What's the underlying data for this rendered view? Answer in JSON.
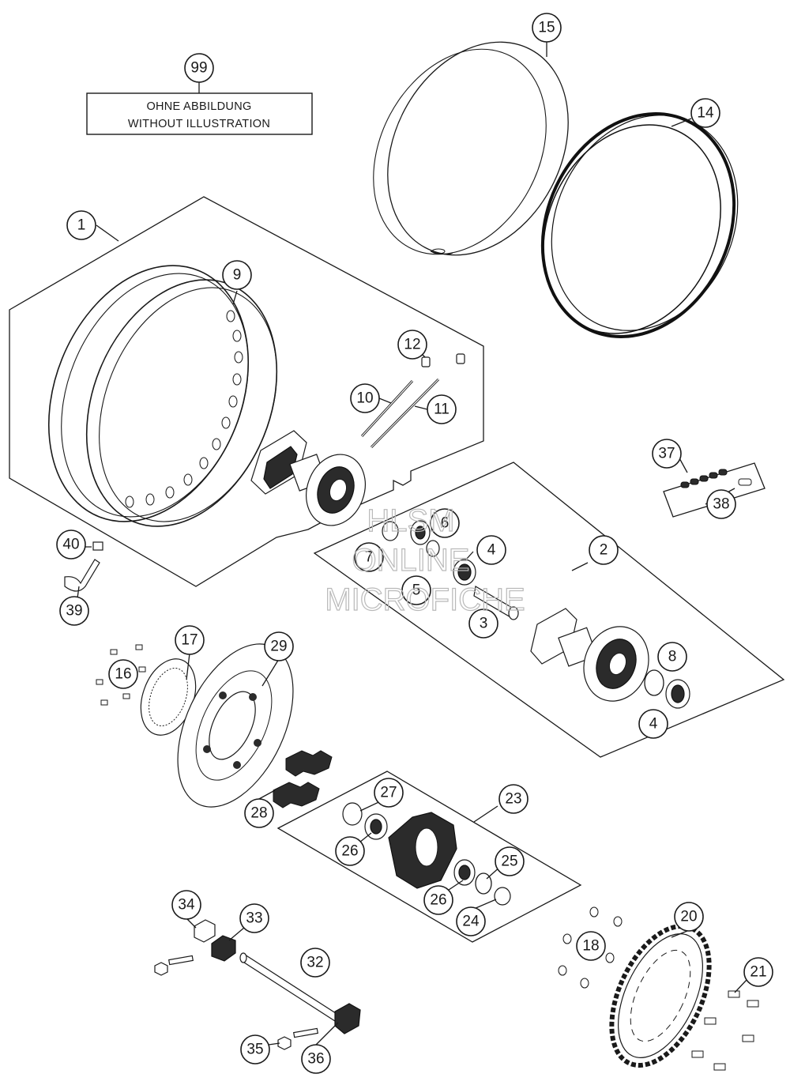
{
  "note": {
    "number": "99",
    "line1": "OHNE ABBILDUNG",
    "line2": "WITHOUT ILLUSTRATION"
  },
  "watermark": {
    "line1": "HLSM",
    "line2": "ONLINE",
    "line3": "MICROFICHE"
  },
  "callouts": {
    "c1": "1",
    "c2": "2",
    "c3": "3",
    "c4a": "4",
    "c4b": "4",
    "c5": "5",
    "c6": "6",
    "c7": "7",
    "c8": "8",
    "c9": "9",
    "c10": "10",
    "c11": "11",
    "c12": "12",
    "c14": "14",
    "c15": "15",
    "c16": "16",
    "c17": "17",
    "c18": "18",
    "c20": "20",
    "c21": "21",
    "c23": "23",
    "c24": "24",
    "c25": "25",
    "c26a": "26",
    "c26b": "26",
    "c27": "27",
    "c28": "28",
    "c29": "29",
    "c32": "32",
    "c33": "33",
    "c34": "34",
    "c35": "35",
    "c36": "36",
    "c37": "37",
    "c38": "38",
    "c39": "39",
    "c40": "40"
  },
  "colors": {
    "line": "#1a1a1a",
    "watermark": "#b9b9b9",
    "background": "#ffffff"
  }
}
